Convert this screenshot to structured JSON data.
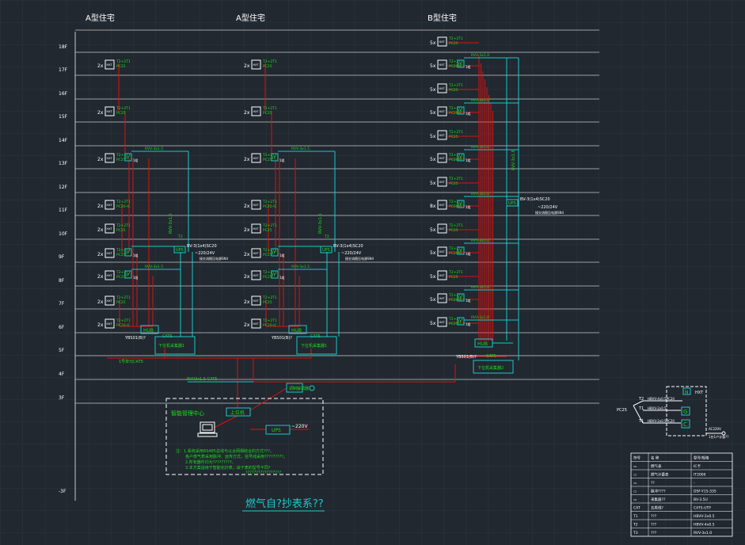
{
  "colors": {
    "background": "#212830",
    "grid": "#2b333c",
    "floor_line": "#c8c8c8",
    "wire_red": "#e01010",
    "wire_cyan": "#19c9c9",
    "device_green": "#19e019",
    "text_white": "#ffffff",
    "title_cyan": "#19c9c9"
  },
  "columns": {
    "a1": "A型住宅",
    "a2": "A型住宅",
    "b": "B型住宅"
  },
  "floors": [
    "18F",
    "17F",
    "16F",
    "15F",
    "14F",
    "13F",
    "12F",
    "11F",
    "10F",
    "9F",
    "8F",
    "7F",
    "6F",
    "5F",
    "4F",
    "3F",
    "-3F"
  ],
  "labels": {
    "meter_a": "2x",
    "meter_b": "5x",
    "meter_b6": "8x",
    "box": "HXT",
    "pipe": "PC25",
    "pipe_ic": "PC20-IC",
    "t2t1": "T2+2T1",
    "t3": "T3",
    "if_box": "IF",
    "one_if": "1组",
    "rvv_bus": "RVV-3x1.5",
    "rvv_bus_b": "RVV-3x1.0",
    "rvv_riser": "RVV-3x1.5",
    "cat5": "CAT5",
    "hub": "HUB",
    "ups": "UPS",
    "power": "BV-3(1x4)SC20",
    "volt": "~220/24V",
    "power_note": "接交流稳压电源SN4",
    "collector_a": "采集器\n下位机采集器1",
    "collector_b": "采集器\n下位机采集器2",
    "net_a": "YBS01(B)?",
    "net_b": "YBS01(B)?",
    "bottom_note": "1号单元CAT5",
    "center_cable": "RVV3x1.5 CAT5",
    "pc_box": "上位机",
    "center_title": "智能管理中心",
    "center_ups": "UPS",
    "center_volt": "~220V",
    "modem": "调制解调器",
    "note_1": "注：1.系统采用RS485总线与以太网相结合的方式???。",
    "note_2": "各户燃气表采用脉冲、远传方式，信号线采用?????????。",
    "note_3": "2.所有器件均为?????????。",
    "note_4": "3.本方案适用于智能化抄表，由于表的型号不同?",
    "note_5": "?????????????????",
    "diagram_title": "燃气自?抄表系??"
  },
  "detail": {
    "t2": "T2",
    "t1a": "T1",
    "t1b": "T1",
    "pc": "PC25",
    "hxt": "HXT",
    "n": "N",
    "g": "G",
    "c": "C",
    "r1": "HBVV-4x0.5PC20",
    "r2": "HBVV-2x0.5",
    "r3": "HBVV-2x0.5PC20",
    "ac": "AC220V",
    "ac2": "1台1户计量??"
  },
  "legend": {
    "header": [
      "符号",
      "名 称",
      "型号/规格"
    ],
    "rows": [
      [
        "▭",
        "燃气表",
        "IC卡"
      ],
      [
        "▭",
        "燃气计量表",
        "IT2000"
      ],
      [
        "▭",
        "??",
        "-"
      ],
      [
        "▭",
        "脉冲????",
        "DSF-Y15-335"
      ],
      [
        "▭",
        "采集器??",
        "BV-3.5U"
      ],
      [
        "CAT",
        "五类线?",
        "CAT5-UTP"
      ],
      [
        "T1",
        "???",
        "HBVV-2x0.5"
      ],
      [
        "T2",
        "???",
        "HBVV-4x0.5"
      ],
      [
        "T3",
        "???",
        "RVV-3x1.0"
      ]
    ]
  }
}
